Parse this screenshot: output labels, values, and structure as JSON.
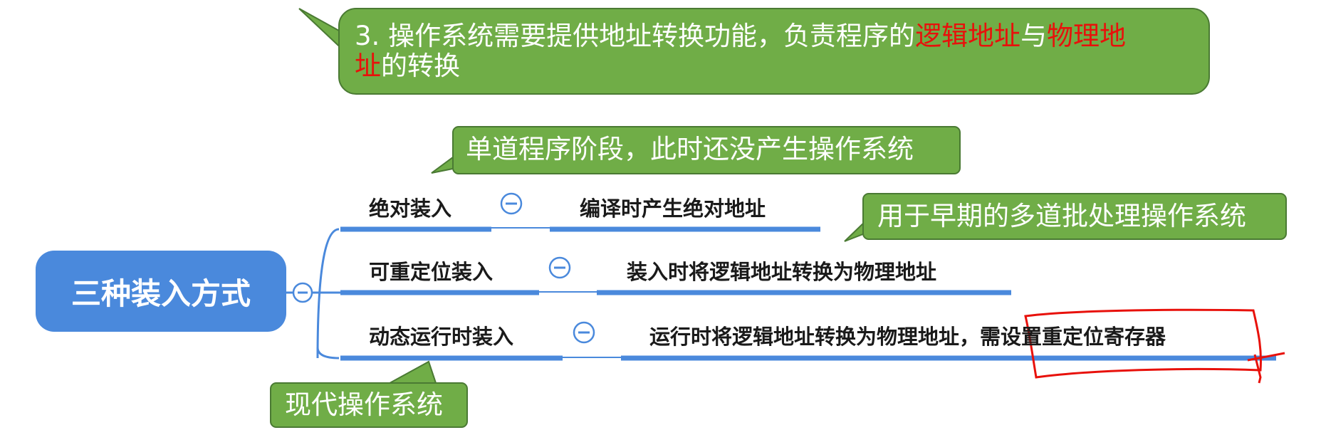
{
  "top_callout": {
    "line1_prefix": "3. 操作系统需要提供地址转换功能，负责程序的",
    "line1_red1": "逻辑地址",
    "line1_mid": "与",
    "line1_red2": "物理地",
    "line2_red": "址",
    "line2_suffix": "的转换"
  },
  "root": {
    "label": "三种装入方式"
  },
  "branches": [
    {
      "label": "绝对装入",
      "description": "编译时产生绝对地址"
    },
    {
      "label": "可重定位装入",
      "description": "装入时将逻辑地址转换为物理地址"
    },
    {
      "label": "动态运行时装入",
      "description_main": "运行时将逻辑地址转换为物理地址，",
      "description_highlight": "需设置重定位寄存器"
    }
  ],
  "callouts": {
    "absolute_note": "单道程序阶段，此时还没产生操作系统",
    "relocatable_note": "用于早期的多道批处理操作系统",
    "dynamic_note": "现代操作系统"
  },
  "colors": {
    "callout_green": "#70ad47",
    "callout_border": "#4a7a33",
    "root_blue": "#4a89dc",
    "line_blue": "#4a89dc",
    "annotation_red": "#e8110b"
  }
}
